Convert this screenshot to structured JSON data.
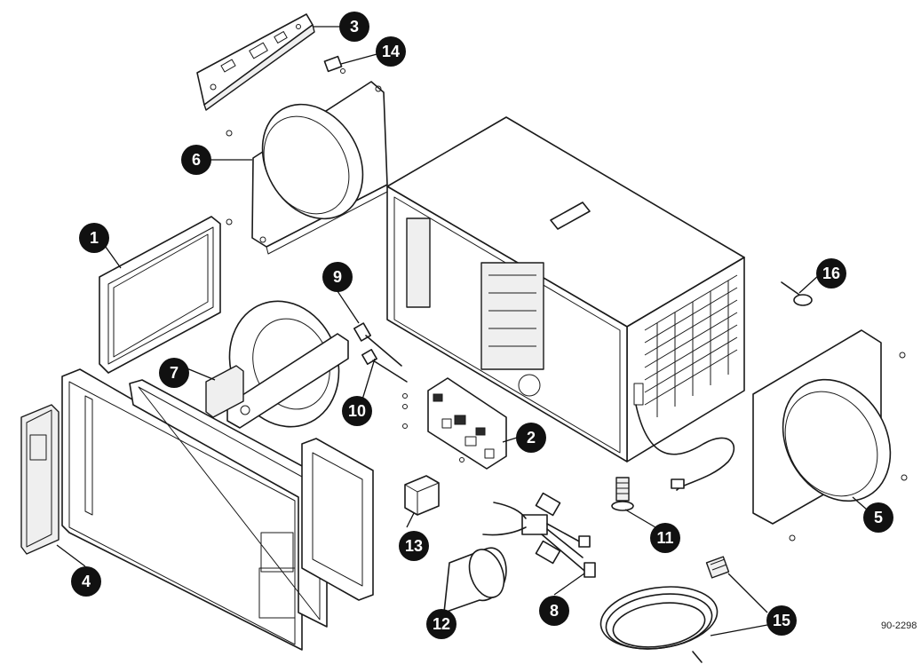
{
  "callouts": [
    {
      "id": "callout-1",
      "label": "1"
    },
    {
      "id": "callout-2",
      "label": "2"
    },
    {
      "id": "callout-3",
      "label": "3"
    },
    {
      "id": "callout-4",
      "label": "4"
    },
    {
      "id": "callout-5",
      "label": "5"
    },
    {
      "id": "callout-6",
      "label": "6"
    },
    {
      "id": "callout-7",
      "label": "7"
    },
    {
      "id": "callout-8",
      "label": "8"
    },
    {
      "id": "callout-9",
      "label": "9"
    },
    {
      "id": "callout-10",
      "label": "10"
    },
    {
      "id": "callout-11",
      "label": "11"
    },
    {
      "id": "callout-12",
      "label": "12"
    },
    {
      "id": "callout-13",
      "label": "13"
    },
    {
      "id": "callout-14",
      "label": "14"
    },
    {
      "id": "callout-15",
      "label": "15"
    },
    {
      "id": "callout-16",
      "label": "16"
    }
  ],
  "drawing_number": "90-2298"
}
